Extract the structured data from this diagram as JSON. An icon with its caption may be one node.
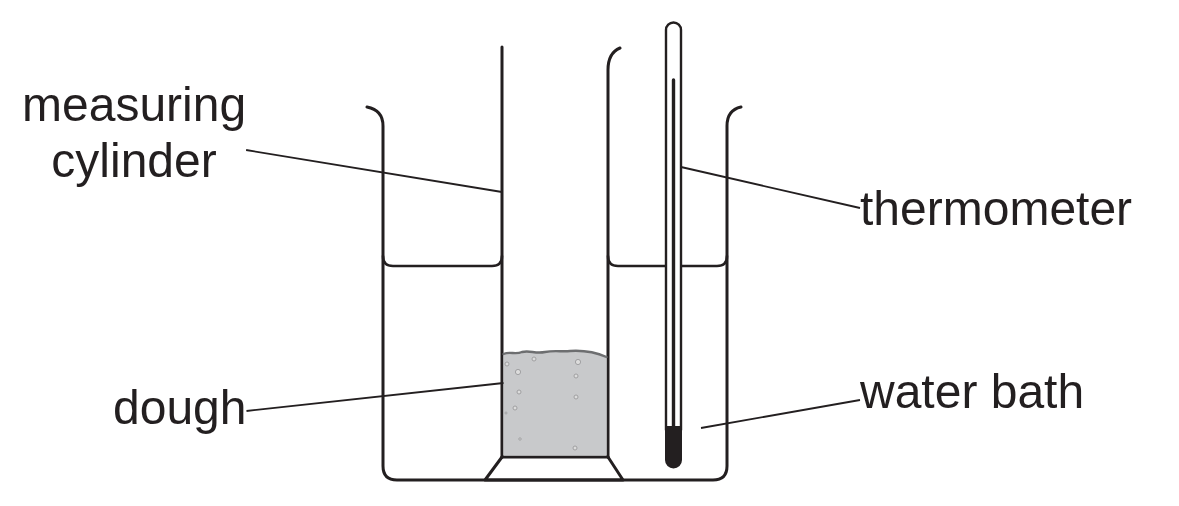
{
  "diagram": {
    "nodes": [
      {
        "text": [
          "measuring cylinder"
        ]
      },
      {
        "text": [
          "thermometer"
        ]
      },
      {
        "text": [
          "water bath"
        ]
      },
      {
        "text": [
          "dough"
        ]
      },
      {
        "text": [],
        "shape": "picture"
      },
      {
        "text": [],
        "shape": "picture"
      },
      {
        "text": [],
        "shape": "picture",
        "in": 5
      },
      {
        "text": [],
        "shape": "picture"
      }
    ],
    "edges": [
      {
        "from": 0,
        "to": 5,
        "arrow": "none"
      },
      {
        "from": 1,
        "to": 7,
        "arrow": "none"
      },
      {
        "from": 2,
        "to": 4,
        "arrow": "none"
      },
      {
        "from": 3,
        "to": 6,
        "arrow": "none"
      }
    ]
  }
}
